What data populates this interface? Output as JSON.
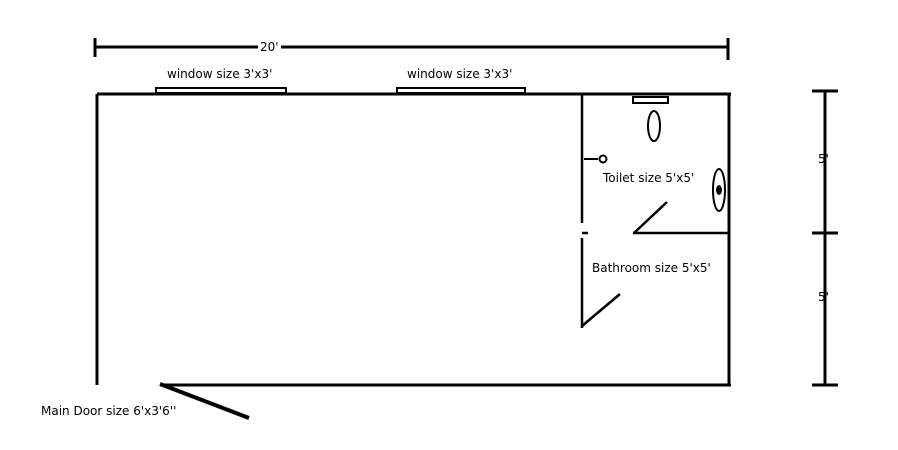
{
  "diagram": {
    "total_width_label": "20'",
    "window_1_label": "window size 3'x3'",
    "window_2_label": "window size 3'x3'",
    "toilet_label": "Toilet size 5'x5'",
    "bathroom_label": "Bathroom size 5'x5'",
    "main_door_label": "Main Door size 6'x3'6''",
    "side_dimension_top": "5'",
    "side_dimension_bottom": "5'",
    "stroke_color": "#000000",
    "background_color": "#ffffff"
  }
}
